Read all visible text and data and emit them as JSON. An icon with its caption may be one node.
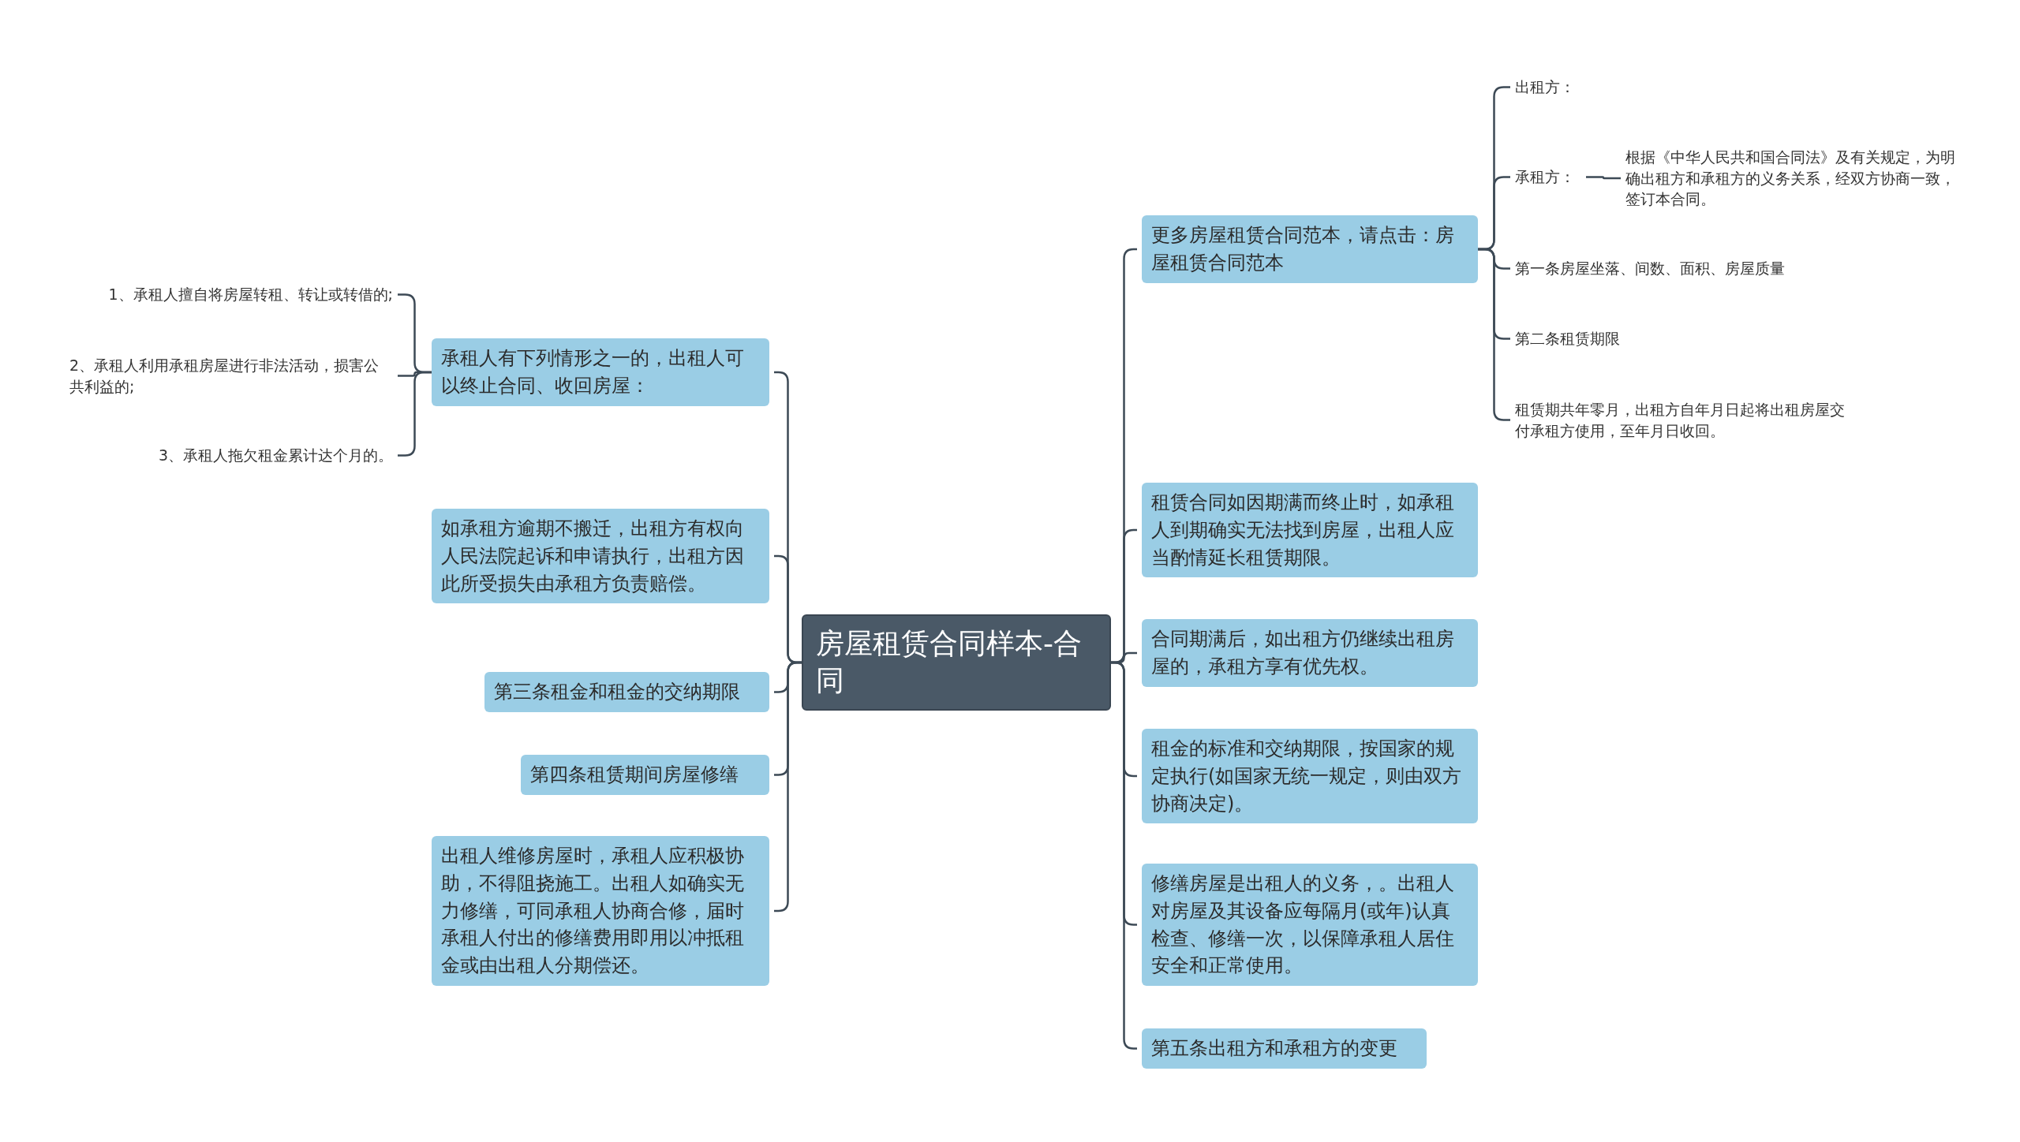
{
  "diagram": {
    "nodes": [
      {
        "text": [
          "房屋租赁合同样本-合同"
        ]
      },
      {
        "text": [
          "承租人有下列情形之一的，出租人可以终止合同、收回房屋："
        ]
      },
      {
        "text": [
          "1、承租人擅自将房屋转租、转让或转借的;"
        ]
      },
      {
        "text": [
          "2、承租人利用承租房屋进行非法活动，损害公共利益的;"
        ]
      },
      {
        "text": [
          "3、承租人拖欠租金累计达个月的。"
        ]
      },
      {
        "text": [
          "如承租方逾期不搬迁，出租方有权向人民法院起诉和申请执行，出租方因此所受损失由承租方负责赔偿。"
        ]
      },
      {
        "text": [
          "第三条租金和租金的交纳期限"
        ]
      },
      {
        "text": [
          "第四条租赁期间房屋修缮"
        ]
      },
      {
        "text": [
          "出租人维修房屋时，承租人应积极协助，不得阻挠施工。出租人如确实无力修缮，可同承租人协商合修，届时承租人付出的修缮费用即用以冲抵租金或由出租人分期偿还。"
        ]
      },
      {
        "text": [
          "更多房屋租赁合同范本，请点击：房屋租赁合同范本"
        ]
      },
      {
        "text": [
          "出租方："
        ]
      },
      {
        "text": [
          "承租方："
        ]
      },
      {
        "text": [
          "第一条房屋坐落、间数、面积、房屋质量"
        ]
      },
      {
        "text": [
          "第二条租赁期限"
        ]
      },
      {
        "text": [
          "租赁期共年零月，出租方自年月日起将出租房屋交付承租方使用，至年月日收回。"
        ]
      },
      {
        "text": [
          "根据《中华人民共和国合同法》及有关规定，为明确出租方和承租方的义务关系，经双方协商一致，签订本合同。"
        ]
      },
      {
        "text": [
          "租赁合同如因期满而终止时，如承租人到期确实无法找到房屋，出租人应当酌情延长租赁期限。"
        ]
      },
      {
        "text": [
          "合同期满后，如出租方仍继续出租房屋的，承租方享有优先权。"
        ]
      },
      {
        "text": [
          "租金的标准和交纳期限，按国家的规定执行(如国家无统一规定，则由双方协商决定)。"
        ]
      },
      {
        "text": [
          "修缮房屋是出租人的义务，。出租人对房屋及其设备应每隔月(或年)认真检查、修缮一次，以保障承租人居住安全和正常使用。"
        ]
      },
      {
        "text": [
          "第五条出租方和承租方的变更"
        ]
      }
    ],
    "edges": [
      {
        "from": 0,
        "to": 1,
        "arrow": "none"
      },
      {
        "from": 1,
        "to": 2,
        "arrow": "none"
      },
      {
        "from": 1,
        "to": 3,
        "arrow": "none"
      },
      {
        "from": 1,
        "to": 4,
        "arrow": "none"
      },
      {
        "from": 0,
        "to": 5,
        "arrow": "none"
      },
      {
        "from": 0,
        "to": 6,
        "arrow": "none"
      },
      {
        "from": 0,
        "to": 7,
        "arrow": "none"
      },
      {
        "from": 0,
        "to": 8,
        "arrow": "none"
      },
      {
        "from": 0,
        "to": 9,
        "arrow": "none"
      },
      {
        "from": 9,
        "to": 10,
        "arrow": "none"
      },
      {
        "from": 9,
        "to": 11,
        "arrow": "none"
      },
      {
        "from": 9,
        "to": 12,
        "arrow": "none"
      },
      {
        "from": 9,
        "to": 13,
        "arrow": "none"
      },
      {
        "from": 9,
        "to": 14,
        "arrow": "none"
      },
      {
        "from": 11,
        "to": 15,
        "arrow": "none"
      },
      {
        "from": 0,
        "to": 16,
        "arrow": "none"
      },
      {
        "from": 0,
        "to": 17,
        "arrow": "none"
      },
      {
        "from": 0,
        "to": 18,
        "arrow": "none"
      },
      {
        "from": 0,
        "to": 19,
        "arrow": "none"
      },
      {
        "from": 0,
        "to": 20,
        "arrow": "none"
      }
    ]
  }
}
